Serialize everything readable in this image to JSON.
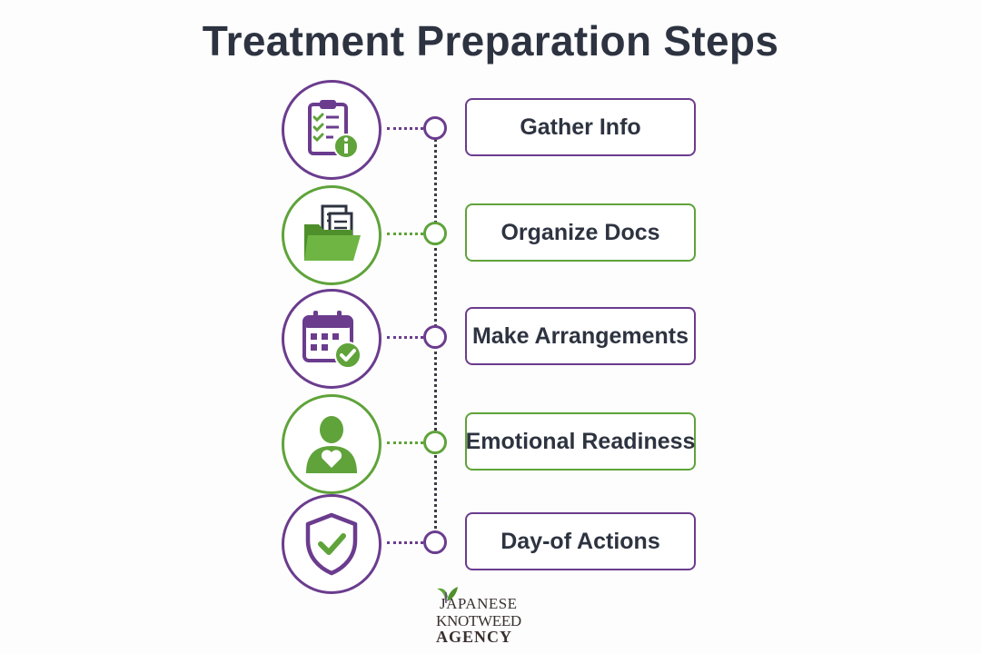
{
  "title": "Treatment Preparation Steps",
  "steps": [
    {
      "label": "Gather Info",
      "icon": "clipboard-info-icon",
      "color": "purple"
    },
    {
      "label": "Organize Docs",
      "icon": "folder-documents-icon",
      "color": "green"
    },
    {
      "label": "Make Arrangements",
      "icon": "calendar-check-icon",
      "color": "purple"
    },
    {
      "label": "Emotional Readiness",
      "icon": "person-heart-icon",
      "color": "green"
    },
    {
      "label": "Day-of Actions",
      "icon": "shield-check-icon",
      "color": "purple"
    }
  ],
  "colors": {
    "purple": "#6b3c8e",
    "green": "#5fa33a",
    "text": "#2d3340"
  },
  "logo": {
    "line1": "JAPANESE",
    "line2": "KNOTWEED",
    "line3": "AGENCY"
  }
}
